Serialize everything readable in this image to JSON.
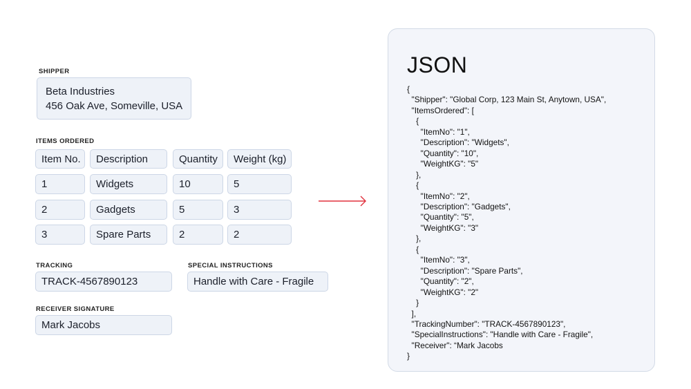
{
  "form": {
    "shipper": {
      "label": "SHIPPER",
      "line1": "Beta Industries",
      "line2": "456 Oak Ave, Someville, USA"
    },
    "items": {
      "label": "ITEMS ORDERED",
      "headers": [
        "Item No.",
        "Description",
        "Quantity",
        "Weight (kg)"
      ],
      "rows": [
        [
          "1",
          "Widgets",
          "10",
          "5"
        ],
        [
          "2",
          "Gadgets",
          "5",
          "3"
        ],
        [
          "3",
          "Spare Parts",
          "2",
          "2"
        ]
      ]
    },
    "tracking": {
      "label": "TRACKING",
      "value": "TRACK-4567890123"
    },
    "special_instructions": {
      "label": "SPECIAL INSTRUCTIONS",
      "value": "Handle with Care - Fragile"
    },
    "receiver_signature": {
      "label": "RECEIVER SIGNATURE",
      "value": "Mark Jacobs"
    }
  },
  "arrow_color": "#e0303c",
  "json_panel": {
    "title": "JSON",
    "code": "{\n  \"Shipper\": \"Global Corp, 123 Main St, Anytown, USA\",\n  \"ItemsOrdered\": [\n    {\n      \"ItemNo\": \"1\",\n      \"Description\": \"Widgets\",\n      \"Quantity\": \"10\",\n      \"WeightKG\": \"5\"\n    },\n    {\n      \"ItemNo\": \"2\",\n      \"Description\": \"Gadgets\",\n      \"Quantity\": \"5\",\n      \"WeightKG\": \"3\"\n    },\n    {\n      \"ItemNo\": \"3\",\n      \"Description\": \"Spare Parts\",\n      \"Quantity\": \"2\",\n      \"WeightKG\": \"2\"\n    }\n  ],\n  \"TrackingNumber\": \"TRACK-4567890123\",\n  \"SpecialInstructions\": \"Handle with Care - Fragile\",\n  \"Receiver\": “Mark Jacobs\n}"
  }
}
